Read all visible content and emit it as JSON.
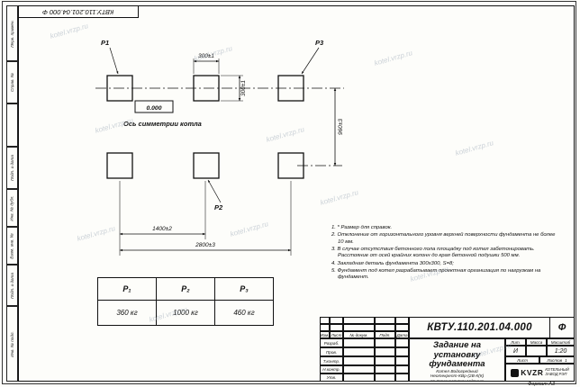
{
  "sheet": {
    "doc_number_full": "КВТУ.110.201.04.000  Ф",
    "format_label": "Формат А3",
    "watermark_text": "kotel.vrzp.ru"
  },
  "left_strip": {
    "items": [
      "Перв. примен.",
      "Справ. №",
      "",
      "Подп. и дата",
      "Инв. № дубл.",
      "Взам. инв. №",
      "Подп. и дата",
      "Инв. № подл."
    ]
  },
  "drawing": {
    "p1": "Р1",
    "p2": "Р2",
    "p3": "Р3",
    "elevation": "0.000",
    "axis_label": "Ось симметрии котла",
    "dim_300_h": "300±1",
    "dim_300_v": "300±1",
    "dim_960": "960±3",
    "dim_1400": "1400±2",
    "dim_2800": "2800±3"
  },
  "notes": [
    "1. * Размер для справок.",
    "2. Отклонение от горизонтального уровня верхней поверхности фундамента не более 10 мм.",
    "3. В случае отсутствия бетонного пола площадку под котел забетонировать. Расстояние от осей крайних колонн до края бетонной подушки 500 мм.",
    "4. Закладная деталь фундамента  300х300, S=8;",
    "5. Фундамент под котел разрабатывает проектная организация по нагрузкам на фундамент."
  ],
  "load_table": {
    "headers": [
      "Р₁",
      "Р₂",
      "Р₃"
    ],
    "values": [
      "360 кг",
      "1000 кг",
      "460 кг"
    ]
  },
  "title_block": {
    "doc_number": "КВТУ.110.201.04.000",
    "doc_suffix": "Ф",
    "title": "Задание на установку фундамента",
    "subtitle": "Котел Водогрейный\nНеотекрепт-КВр-(2В-К(К)\nпо техническому заданию",
    "col_izm": "Изм.",
    "col_list": "Лист",
    "col_doc": "№ докум.",
    "col_podp": "Подп.",
    "col_data": "Дата",
    "row_razrab": "Разраб.",
    "row_prov": "Пров.",
    "row_tkontr": "Т.контр.",
    "row_nkontr": "Н.контр.",
    "row_utv": "Утв.",
    "lit_label": "Лит.",
    "mass_label": "Масса",
    "scale_label": "Масштаб",
    "lit_value": "И",
    "mass_value": "",
    "scale_value": "1:20",
    "sheet_label": "Лист",
    "sheets_label": "Листов",
    "sheets_value": "1",
    "logo_text": "KVZR",
    "company": "КОТЕЛЬНЫЙ\nЗАВОД РЭП"
  }
}
